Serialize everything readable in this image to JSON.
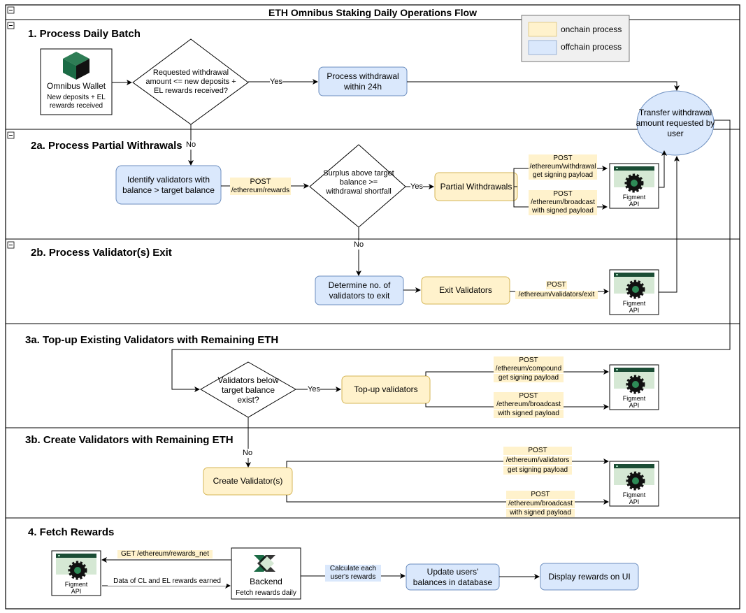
{
  "diagram": {
    "title": "ETH Omnibus Staking Daily Operations Flow",
    "legend": {
      "items": [
        {
          "label": "onchain process",
          "color": "#fff2cc"
        },
        {
          "label": "offchain process",
          "color": "#dae8fc"
        }
      ]
    },
    "colors": {
      "onchain": "#fff2cc",
      "offchain": "#dae8fc",
      "border_onchain": "#d6b656",
      "border_offchain": "#6c8ebf",
      "brand_green": "#1b6b45"
    },
    "icons": [
      "collapse-icon",
      "cube-icon",
      "gear-icon",
      "backend-logo-icon"
    ],
    "sections": [
      {
        "title": "1. Process Daily Batch"
      },
      {
        "title": "2a. Process Partial Withrawals"
      },
      {
        "title": "2b. Process Validator(s) Exit"
      },
      {
        "title": "3a. Top-up Existing Validators with Remaining ETH"
      },
      {
        "title": "3b. Create Validators with Remaining ETH"
      },
      {
        "title": "4. Fetch Rewards"
      }
    ],
    "s1": {
      "wallet_title": "Omnibus Wallet",
      "wallet_sub": "New deposits + EL rewards received",
      "decision": "Requested withdrawal amount <= new deposits + EL rewards received?",
      "yes": "Yes",
      "no": "No",
      "process_withdrawal": "Process withdrawal within 24h",
      "transfer": "Transfer withdrawal amount requested by user"
    },
    "s2a": {
      "identify": "Identify validators with balance > target balance",
      "post_rewards_1": "POST",
      "post_rewards_2": "/ethereum/rewards",
      "decision": "Surplus above target balance >= withdrawal shortfall",
      "yes": "Yes",
      "no": "No",
      "partial": "Partial Withdrawals",
      "post1_a": "POST",
      "post1_b": "/ethereum/withdrawal",
      "post1_c": "get signing payload",
      "post2_a": "POST",
      "post2_b": "/ethereum/broadcast",
      "post2_c": "with signed payload",
      "api_a": "Figment",
      "api_b": "API"
    },
    "s2b": {
      "determine": "Determine no. of validators to exit",
      "exit": "Exit Validators",
      "post_a": "POST",
      "post_b": "/ethereum/validators/exit",
      "api_a": "Figment",
      "api_b": "API"
    },
    "s3a": {
      "decision": "Validators below target balance exist?",
      "yes": "Yes",
      "topup": "Top-up validators",
      "post1_a": "POST",
      "post1_b": "/ethereum/compound",
      "post1_c": "get signing payload",
      "post2_a": "POST",
      "post2_b": "/ethereum/broadcast",
      "post2_c": "with signed payload",
      "api_a": "Figment",
      "api_b": "API"
    },
    "s3b": {
      "no": "No",
      "create": "Create Validator(s)",
      "post1_a": "POST",
      "post1_b": "/ethereum/validators",
      "post1_c": "get signing payload",
      "post2_a": "POST",
      "post2_b": "/ethereum/broadcast",
      "post2_c": "with signed payload",
      "api_a": "Figment",
      "api_b": "API"
    },
    "s4": {
      "api_a": "Figment",
      "api_b": "API",
      "get": "GET /ethereum/rewards_net",
      "data": "Data of CL and EL rewards earned",
      "backend": "Backend",
      "backend_sub": "Fetch rewards daily",
      "calc": "Calculate each user's rewards",
      "update": "Update users' balances in database",
      "display": "Display rewards on UI"
    }
  }
}
